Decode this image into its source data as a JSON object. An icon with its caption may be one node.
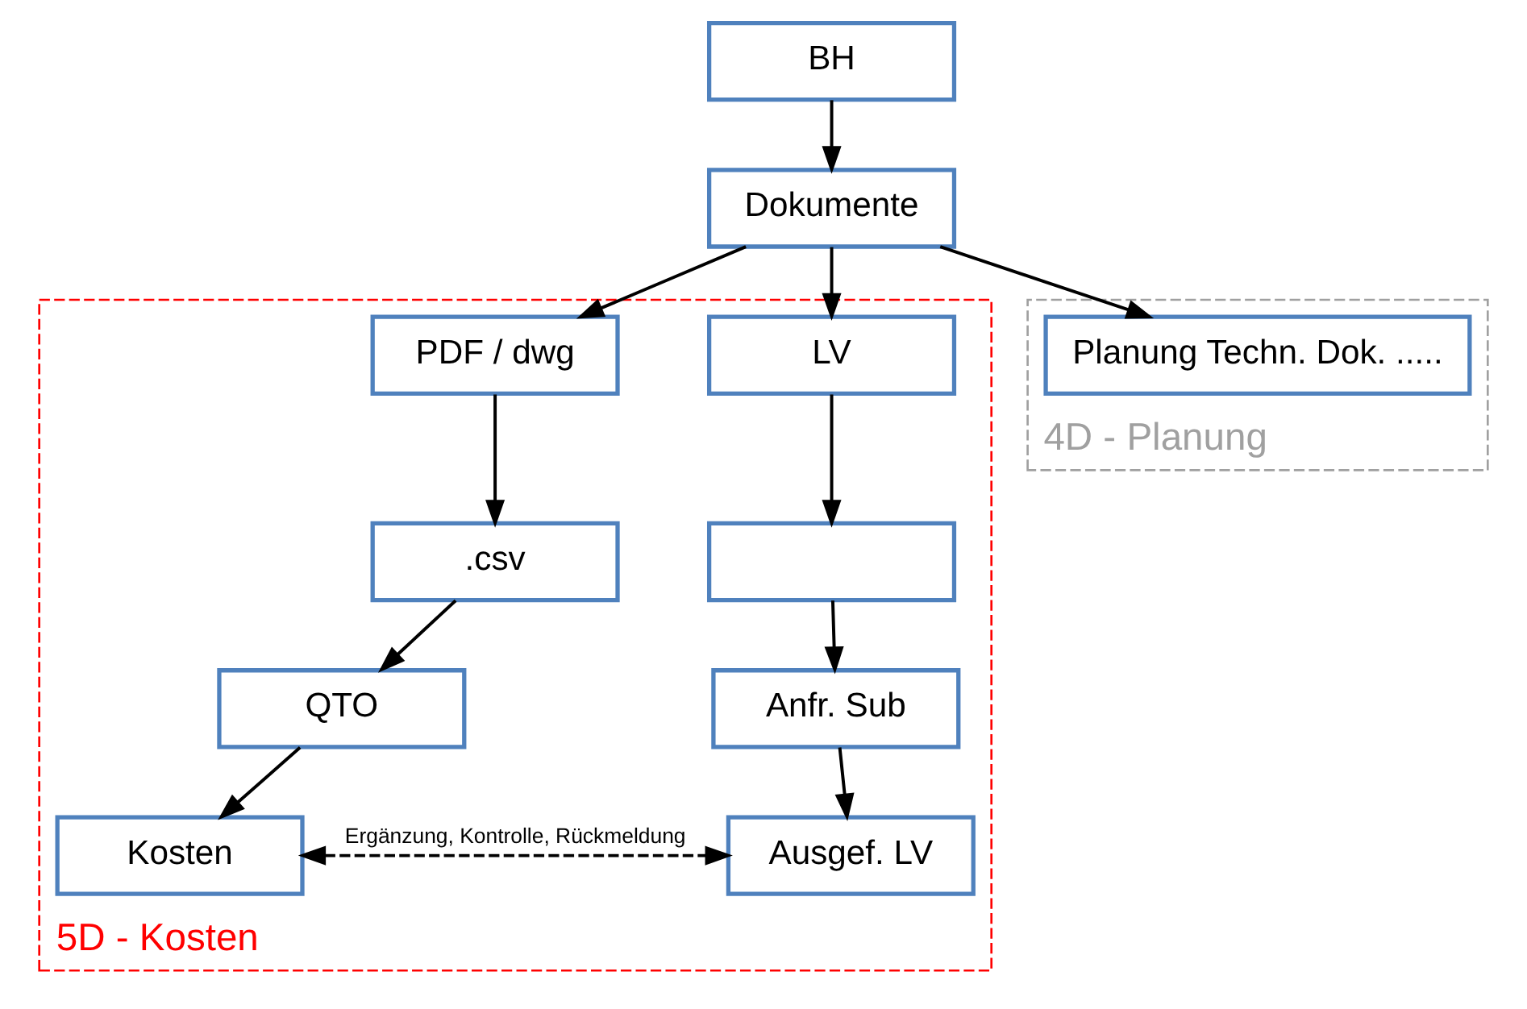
{
  "diagram": {
    "nodes": [
      {
        "text": [
          "BH"
        ]
      },
      {
        "text": [
          "Dokumente"
        ]
      },
      {
        "text": [
          "5D - Kosten"
        ]
      },
      {
        "text": [
          "PDF / dwg"
        ],
        "in": 2
      },
      {
        "text": [
          ".csv"
        ],
        "in": 2
      },
      {
        "text": [
          "QTO"
        ],
        "in": 2
      },
      {
        "text": [
          "Kosten"
        ],
        "in": 2
      },
      {
        "text": [
          "LV"
        ],
        "in": 2
      },
      {
        "text": [],
        "shape": "box",
        "in": 2
      },
      {
        "text": [
          "Anfr. Sub"
        ],
        "in": 2
      },
      {
        "text": [
          "Ausgef. LV"
        ],
        "in": 2
      },
      {
        "text": [
          "4D - Planung"
        ]
      },
      {
        "text": [
          "Planung Techn. Dok. ....."
        ],
        "in": 11
      }
    ],
    "edges": [
      {
        "from": 0,
        "to": 1,
        "arrow": "to"
      },
      {
        "from": 1,
        "to": 3,
        "arrow": "to"
      },
      {
        "from": 1,
        "to": 7,
        "arrow": "to"
      },
      {
        "from": 1,
        "to": 12,
        "arrow": "to"
      },
      {
        "from": 3,
        "to": 4,
        "arrow": "to"
      },
      {
        "from": 4,
        "to": 5,
        "arrow": "to"
      },
      {
        "from": 5,
        "to": 6,
        "arrow": "to"
      },
      {
        "from": 7,
        "to": 8,
        "arrow": "to"
      },
      {
        "from": 8,
        "to": 9,
        "arrow": "to"
      },
      {
        "from": 9,
        "to": 10,
        "arrow": "to"
      },
      {
        "from": 6,
        "to": 10,
        "arrow": "both",
        "style": "dashed",
        "label": "Ergänzung, Kontrolle, Rückmeldung"
      }
    ]
  }
}
